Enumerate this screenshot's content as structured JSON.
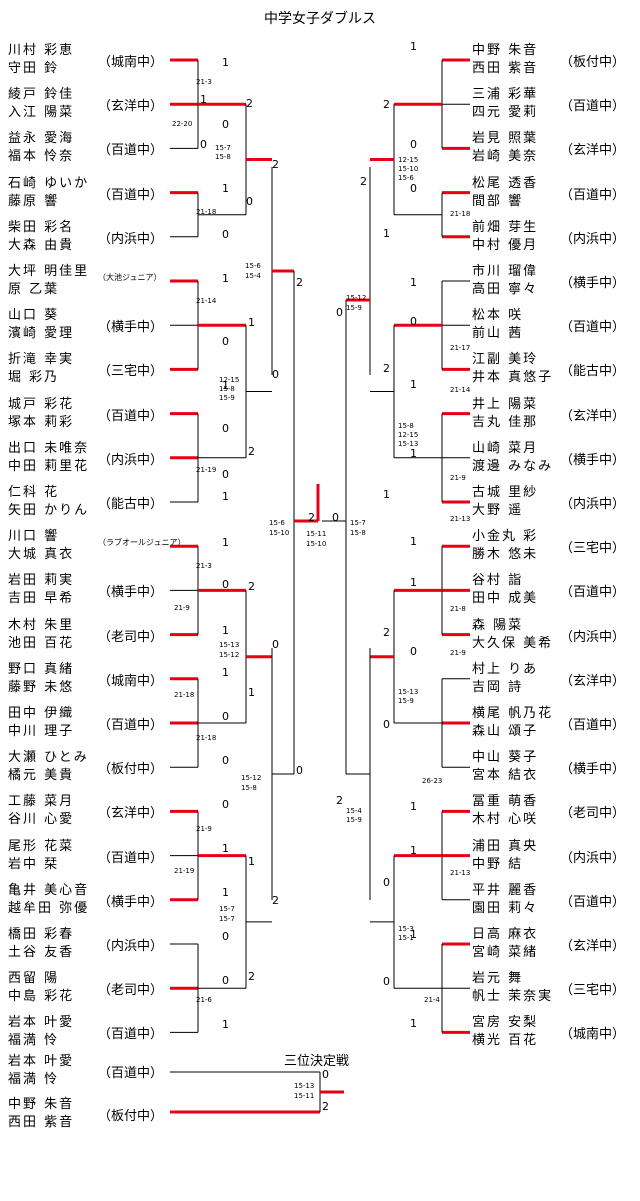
{
  "title": "中学女子ダブルス",
  "third_place_label": "三位決定戦",
  "left": [
    {
      "p1": "川村 彩恵",
      "p2": "守田 鈴",
      "team": "（城南中）"
    },
    {
      "p1": "綾戸 鈴佳",
      "p2": "入江 陽菜",
      "team": "（玄洋中）"
    },
    {
      "p1": "益永 愛海",
      "p2": "福本 怜奈",
      "team": "（百道中）"
    },
    {
      "p1": "石崎 ゆいか",
      "p2": "藤原 響",
      "team": "（百道中）"
    },
    {
      "p1": "柴田 彩名",
      "p2": "大森 由貴",
      "team": "（内浜中）"
    },
    {
      "p1": "大坪 明佳里",
      "p2": "原 乙葉",
      "team": "（大池ジュニア）"
    },
    {
      "p1": "山口 葵",
      "p2": "濱崎 愛理",
      "team": "（横手中）"
    },
    {
      "p1": "折滝 幸実",
      "p2": "堀 彩乃",
      "team": "（三宅中）"
    },
    {
      "p1": "城戸 彩花",
      "p2": "塚本 莉彩",
      "team": "（百道中）"
    },
    {
      "p1": "出口 未唯奈",
      "p2": "中田 莉里花",
      "team": "（内浜中）"
    },
    {
      "p1": "仁科 花",
      "p2": "矢田 かりん",
      "team": "（能古中）"
    },
    {
      "p1": "川口 響",
      "p2": "大城 真衣",
      "team": "（ラブオールジュニア）"
    },
    {
      "p1": "岩田 莉実",
      "p2": "吉田 早希",
      "team": "（横手中）"
    },
    {
      "p1": "木村 朱里",
      "p2": "池田 百花",
      "team": "（老司中）"
    },
    {
      "p1": "野口 真緒",
      "p2": "藤野 未悠",
      "team": "（城南中）"
    },
    {
      "p1": "田中 伊織",
      "p2": "中川 理子",
      "team": "（百道中）"
    },
    {
      "p1": "大瀬 ひとみ",
      "p2": "橘元 美貴",
      "team": "（板付中）"
    },
    {
      "p1": "工藤 菜月",
      "p2": "谷川 心愛",
      "team": "（玄洋中）"
    },
    {
      "p1": "尾形 花菜",
      "p2": "岩中 栞",
      "team": "（百道中）"
    },
    {
      "p1": "亀井 美心音",
      "p2": "越牟田 弥優",
      "team": "（横手中）"
    },
    {
      "p1": "橋田 彩春",
      "p2": "土谷 友香",
      "team": "（内浜中）"
    },
    {
      "p1": "西留 陽",
      "p2": "中島 彩花",
      "team": "（老司中）"
    },
    {
      "p1": "岩本 叶愛",
      "p2": "福満 怜",
      "team": "（百道中）"
    }
  ],
  "right": [
    {
      "p1": "中野 朱音",
      "p2": "西田 紫音",
      "team": "（板付中）"
    },
    {
      "p1": "三浦 彩華",
      "p2": "四元 愛莉",
      "team": "（百道中）"
    },
    {
      "p1": "岩見 照葉",
      "p2": "岩崎 美奈",
      "team": "（玄洋中）"
    },
    {
      "p1": "松尾 透香",
      "p2": "間部 響",
      "team": "（百道中）"
    },
    {
      "p1": "前畑 芽生",
      "p2": "中村 優月",
      "team": "（内浜中）"
    },
    {
      "p1": "市川 瑠偉",
      "p2": "高田 寧々",
      "team": "（横手中）"
    },
    {
      "p1": "松本 咲",
      "p2": "前山 茜",
      "team": "（百道中）"
    },
    {
      "p1": "江副 美玲",
      "p2": "井本 真悠子",
      "team": "（能古中）"
    },
    {
      "p1": "井上 陽菜",
      "p2": "吉丸 佳那",
      "team": "（玄洋中）"
    },
    {
      "p1": "山崎 菜月",
      "p2": "渡邊 みなみ",
      "team": "（横手中）"
    },
    {
      "p1": "古城 里紗",
      "p2": "大野 遥",
      "team": "（内浜中）"
    },
    {
      "p1": "小金丸 彩",
      "p2": "勝木 悠未",
      "team": "（三宅中）"
    },
    {
      "p1": "谷村 詣",
      "p2": "田中 成美",
      "team": "（百道中）"
    },
    {
      "p1": "森 陽菜",
      "p2": "大久保 美希",
      "team": "（内浜中）"
    },
    {
      "p1": "村上 りあ",
      "p2": "吉岡 詩",
      "team": "（玄洋中）"
    },
    {
      "p1": "横尾 帆乃花",
      "p2": "森山 頌子",
      "team": "（百道中）"
    },
    {
      "p1": "中山 葵子",
      "p2": "宮本 結衣",
      "team": "（横手中）"
    },
    {
      "p1": "冨重 萌香",
      "p2": "木村 心咲",
      "team": "（老司中）"
    },
    {
      "p1": "浦田 真央",
      "p2": "中野 結",
      "team": "（内浜中）"
    },
    {
      "p1": "平井 麗香",
      "p2": "園田 莉々",
      "team": "（百道中）"
    },
    {
      "p1": "日高 麻衣",
      "p2": "宮崎 菜緒",
      "team": "（玄洋中）"
    },
    {
      "p1": "岩元 舞",
      "p2": "帆士 茉奈実",
      "team": "（三宅中）"
    },
    {
      "p1": "宮房 安梨",
      "p2": "横光 百花",
      "team": "（城南中）"
    }
  ],
  "third": [
    {
      "p1": "岩本 叶愛",
      "p2": "福満 怜",
      "team": "（百道中）"
    },
    {
      "p1": "中野 朱音",
      "p2": "西田 紫音",
      "team": "（板付中）"
    }
  ],
  "scores": {
    "l_r1_a": "21-3",
    "l_r1_b": "22-20",
    "l_r2_a": "15-7",
    "l_r2_b": "15-8",
    "l_r1_c": "21-18",
    "l_r3_a": "15-6",
    "l_r3_b": "15-4",
    "l_r1_d": "21-14",
    "l_r2_c": "12-15",
    "l_r2_d": "15-8",
    "l_r2_e": "15-9",
    "l_r1_e": "21-19",
    "l_sf_a": "15-6",
    "l_sf_b": "15-10",
    "l_r1_f": "21-3",
    "l_r1_g": "21-9",
    "l_r2_f": "15-13",
    "l_r2_g": "15-12",
    "l_r1_h": "21-18",
    "l_r1_i": "21-18",
    "l_r3_c": "15-12",
    "l_r3_d": "15-8",
    "l_r1_j": "21-9",
    "l_r1_k": "21-19",
    "l_r2_h": "15-7",
    "l_r2_i": "15-7",
    "l_r1_l": "21-6",
    "f_a": "15-11",
    "f_b": "15-10",
    "f_c": "15-7",
    "f_d": "15-8",
    "r_r2_a": "12-15",
    "r_r2_b": "15-10",
    "r_r2_c": "15-6",
    "r_r1_a": "21-18",
    "r_r3_a": "15-12",
    "r_r3_b": "15-9",
    "r_r1_b": "21-17",
    "r_r1_c": "21-14",
    "r_r2_d": "15-8",
    "r_r2_e": "12-15",
    "r_r2_f": "15-13",
    "r_r1_d": "21-9",
    "r_r1_e": "21-13",
    "r_r1_f": "21-8",
    "r_r1_g": "21-9",
    "r_r2_g": "15-13",
    "r_r2_h": "15-9",
    "r_r1_h": "26-23",
    "r_sf_a": "15-4",
    "r_sf_b": "15-9",
    "r_r1_i": "21-13",
    "r_r2_i": "15-3",
    "r_r2_j": "15-1",
    "r_r1_j": "21-4",
    "t_a": "15-13",
    "t_b": "15-11"
  },
  "colors": {
    "winner": "#e60012",
    "loser": "#000000"
  }
}
